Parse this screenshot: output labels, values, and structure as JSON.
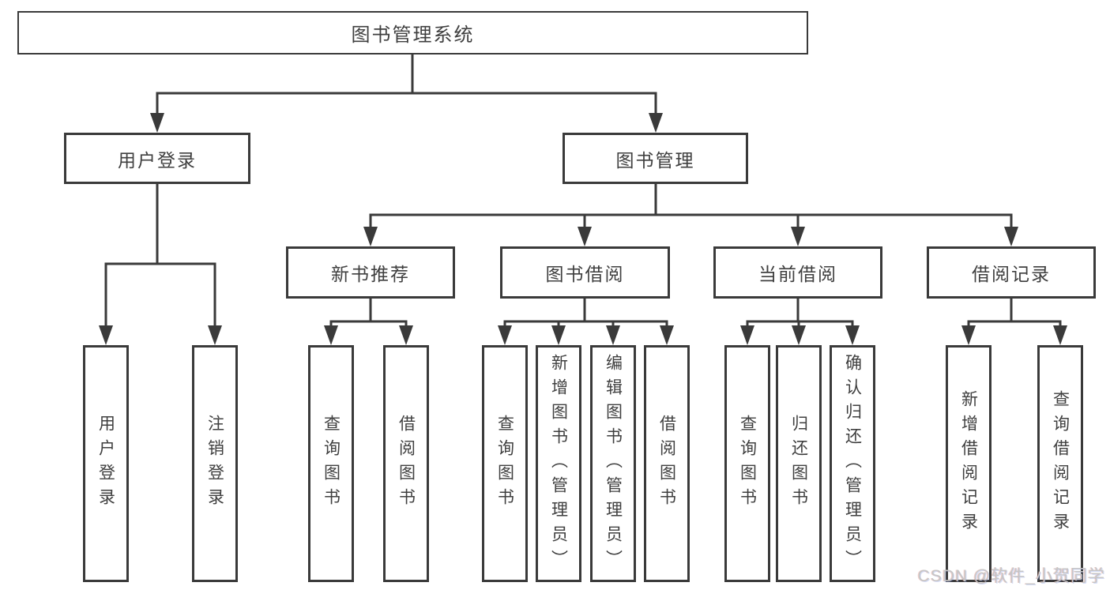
{
  "diagram": {
    "root": {
      "label": "图书管理系统"
    },
    "branches": [
      {
        "label": "用户登录",
        "children": [
          {
            "label": "用户登录"
          },
          {
            "label": "注销登录"
          }
        ]
      },
      {
        "label": "图书管理",
        "sections": [
          {
            "label": "新书推荐",
            "children": [
              {
                "label": "查询图书"
              },
              {
                "label": "借阅图书"
              }
            ]
          },
          {
            "label": "图书借阅",
            "children": [
              {
                "label": "查询图书"
              },
              {
                "label": "新增图书（管理员）"
              },
              {
                "label": "编辑图书（管理员）"
              },
              {
                "label": "借阅图书"
              }
            ]
          },
          {
            "label": "当前借阅",
            "children": [
              {
                "label": "查询图书"
              },
              {
                "label": "归还图书"
              },
              {
                "label": "确认归还（管理员）"
              }
            ]
          },
          {
            "label": "借阅记录",
            "children": [
              {
                "label": "新增借阅记录"
              },
              {
                "label": "查询借阅记录"
              }
            ]
          }
        ]
      }
    ]
  },
  "watermark": {
    "text": "CSDN @软件_小贺同学"
  },
  "colors": {
    "line": "#3a3a3a",
    "text": "#3f3f3f",
    "watermark": "#c6c6c6",
    "background": "#ffffff"
  }
}
